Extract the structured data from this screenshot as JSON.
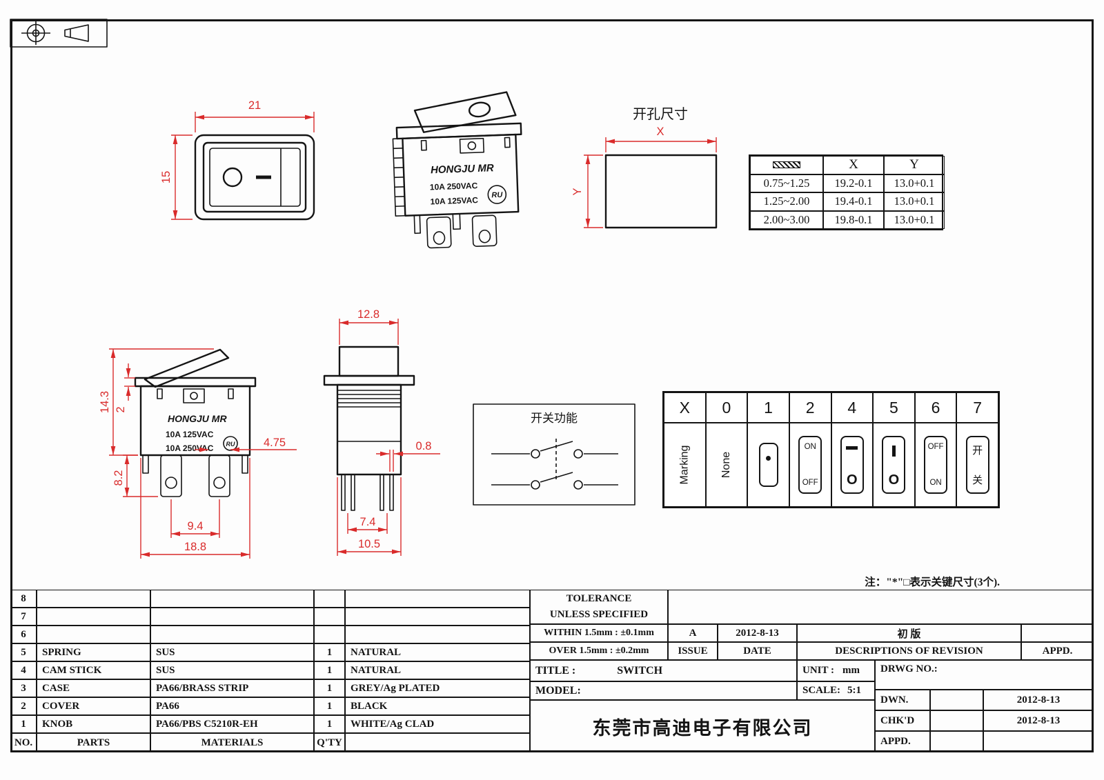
{
  "front_view": {
    "dim_width": "21",
    "dim_height": "15"
  },
  "iso_view": {
    "brand": "HONGJU MR",
    "rating1": "10A 250VAC",
    "rating2": "10A 125VAC",
    "ul_mark": "RU"
  },
  "cutout": {
    "title": "开孔尺寸",
    "x_label": "X",
    "y_label": "Y"
  },
  "cutout_table": {
    "col_x": "X",
    "col_y": "Y",
    "rows": [
      [
        "0.75~1.25",
        "19.2-0.1",
        "13.0+0.1"
      ],
      [
        "1.25~2.00",
        "19.4-0.1",
        "13.0+0.1"
      ],
      [
        "2.00~3.00",
        "19.8-0.1",
        "13.0+0.1"
      ]
    ]
  },
  "side_view": {
    "brand": "HONGJU MR",
    "rating1": "10A 125VAC",
    "rating2": "10A 250VAC",
    "ul_mark": "RU",
    "dim_height": "14.3",
    "dim_rocker": "2",
    "dim_terminal": "8.2",
    "dim_slot": "4.75",
    "dim_pitch": "9.4",
    "dim_width": "18.8"
  },
  "profile_view": {
    "dim_cap": "12.8",
    "dim_pin": "0.8",
    "dim_pin_pitch": "7.4",
    "dim_body": "10.5"
  },
  "function_box": {
    "title": "开关功能"
  },
  "marking_table": {
    "headers": [
      "X",
      "0",
      "1",
      "2",
      "4",
      "5",
      "6",
      "7"
    ],
    "row_header": "Marking",
    "none": "None",
    "c2_top": "ON",
    "c2_bottom": "OFF",
    "c4_bottom": "O",
    "c5_bottom": "O",
    "c6_top": "OFF",
    "c6_bottom": "ON",
    "c7_top": "开",
    "c7_bottom": "关"
  },
  "note": "注：\"*\"□表示关键尺寸(3个).",
  "bom": {
    "rows": [
      {
        "no": "8",
        "part": "",
        "material": "",
        "qty": "",
        "finish": ""
      },
      {
        "no": "7",
        "part": "",
        "material": "",
        "qty": "",
        "finish": ""
      },
      {
        "no": "6",
        "part": "",
        "material": "",
        "qty": "",
        "finish": ""
      },
      {
        "no": "5",
        "part": "SPRING",
        "material": "SUS",
        "qty": "1",
        "finish": "NATURAL"
      },
      {
        "no": "4",
        "part": "CAM STICK",
        "material": "SUS",
        "qty": "1",
        "finish": "NATURAL"
      },
      {
        "no": "3",
        "part": "CASE",
        "material": "PA66/BRASS STRIP",
        "qty": "1",
        "finish": "GREY/Ag PLATED"
      },
      {
        "no": "2",
        "part": "COVER",
        "material": "PA66",
        "qty": "1",
        "finish": "BLACK"
      },
      {
        "no": "1",
        "part": "KNOB",
        "material": "PA66/PBS C5210R-EH",
        "qty": "1",
        "finish": "WHITE/Ag CLAD"
      }
    ],
    "footer": {
      "no": "NO.",
      "parts": "PARTS",
      "materials": "MATERIALS",
      "qty": "Q'TY"
    }
  },
  "title_block": {
    "tolerance1": "TOLERANCE",
    "tolerance2": "UNLESS  SPECIFIED",
    "within": "WITHIN 1.5mm : ±0.1mm",
    "over": "OVER 1.5mm : ±0.2mm",
    "issue_value": "A",
    "issue_date": "2012-8-13",
    "revision_desc": "初 版",
    "issue_label": "ISSUE",
    "date_label": "DATE",
    "desc_label": "DESCRIPTIONS OF REVISION",
    "appd_label": "APPD.",
    "title_label": "TITLE :",
    "title_value": "SWITCH",
    "unit_label": "UNIT :",
    "unit_value": "mm",
    "drwg_label": "DRWG NO.:",
    "model_label": "MODEL:",
    "scale_label": "SCALE:",
    "scale_value": "5:1",
    "dwn_label": "DWN.",
    "dwn_date": "2012-8-13",
    "chkd_label": "CHK'D",
    "chkd_date": "2012-8-13",
    "appd2_label": "APPD.",
    "company": "东莞市高迪电子有限公司"
  }
}
